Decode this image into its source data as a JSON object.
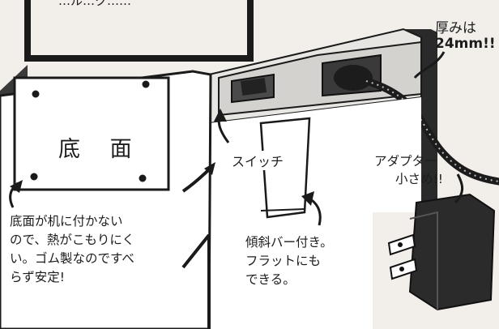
{
  "top_partial_text": "…ル…ク……",
  "thickness": {
    "line1": "厚みは",
    "line2": "24mm!!"
  },
  "bottom_panel": {
    "title": "底 面"
  },
  "switch_label": "スイッチ",
  "adapter": {
    "line1": "アダプター",
    "line2": "小さめ!!"
  },
  "tilt_bar": {
    "line1": "傾斜バー付き。",
    "line2": "フラットにも",
    "line3": "できる。"
  },
  "rubber_feet": {
    "line1": "底面が机に付かない",
    "line2": "ので、熱がこもりにく",
    "line3": "い。ゴム製なのですべ",
    "line4": "らず安定!"
  }
}
